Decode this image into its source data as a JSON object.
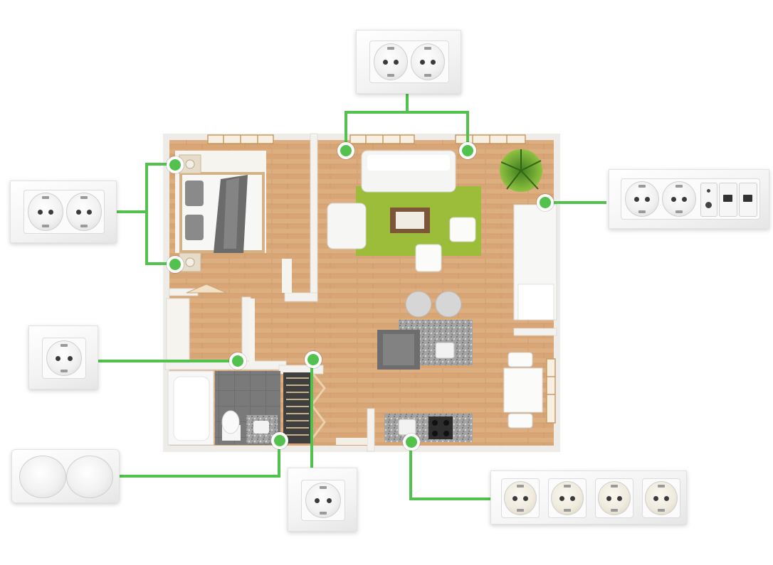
{
  "diagram": {
    "kind": "apartment socket placement plan",
    "colors": {
      "connector": "#52c14d",
      "floor_wood": "#d9a877",
      "rug": "#9bbd3a",
      "wall": "#f4f2ee",
      "tile_floor": "#6c6c6c",
      "counter_granite": "#9a9a9a"
    },
    "plan_rooms": [
      "bedroom",
      "living-room",
      "kitchen",
      "bathroom",
      "hallway",
      "dining-area"
    ],
    "socket_groups": [
      {
        "id": "top",
        "type": "double",
        "icon": "double-schuko-socket"
      },
      {
        "id": "left-top",
        "type": "double",
        "icon": "double-schuko-socket"
      },
      {
        "id": "right",
        "type": "double-plus-tv-data",
        "icon": "multimedia-socket-block"
      },
      {
        "id": "left-middle",
        "type": "single",
        "icon": "single-schuko-socket"
      },
      {
        "id": "left-bottom",
        "type": "double-covered",
        "icon": "covered-socket-plate"
      },
      {
        "id": "bottom-middle",
        "type": "single",
        "icon": "single-schuko-socket"
      },
      {
        "id": "bottom-right",
        "type": "quadruple",
        "icon": "quad-schuko-socket"
      }
    ]
  }
}
